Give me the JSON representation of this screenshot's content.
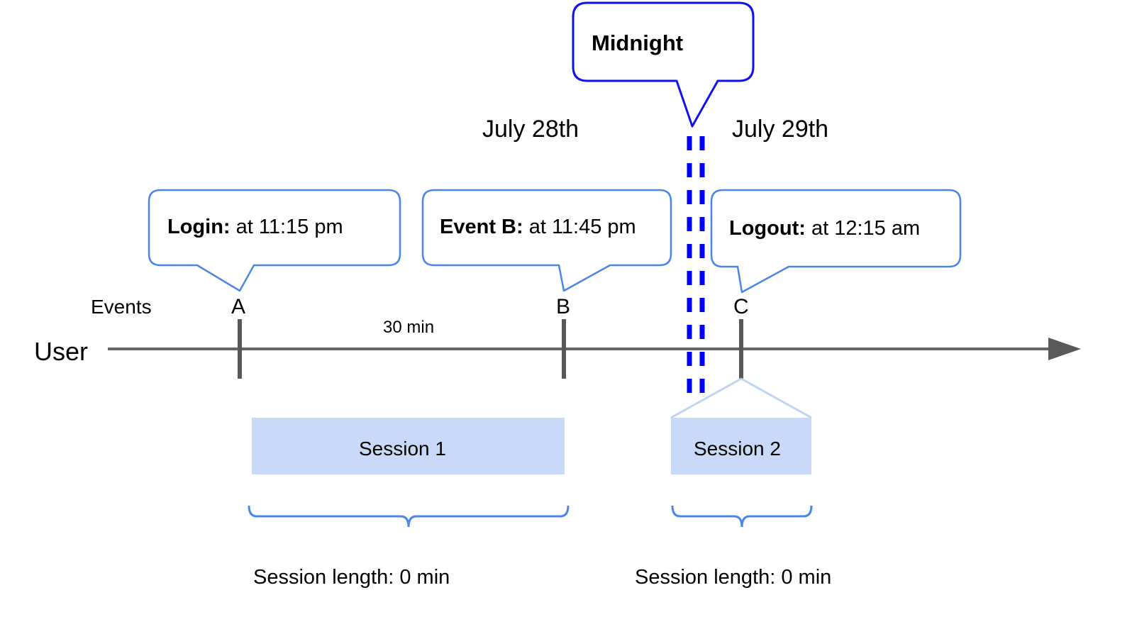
{
  "diagram": {
    "title_callout": {
      "label": "Midnight",
      "border_color": "#1111EE"
    },
    "dates": [
      {
        "label": "July 28th"
      },
      {
        "label": "July 29th"
      }
    ],
    "axis": {
      "user_label": "User",
      "events_label": "Events",
      "line_color": "#666666",
      "tick_color": "#595959"
    },
    "event_callouts": [
      {
        "bold": "Login:",
        "rest": " at 11:15 pm",
        "marker": "A",
        "border_color": "#4A86E8"
      },
      {
        "bold": "Event B:",
        "rest": " at 11:45 pm",
        "marker": "B",
        "border_color": "#4A86E8"
      },
      {
        "bold": "Logout:",
        "rest": " at 12:15 am",
        "marker": "C",
        "border_color": "#4A86E8"
      }
    ],
    "interval_label": "30 min",
    "midnight_divider": {
      "color": "#0000FF",
      "dash_count": 2
    },
    "sessions": [
      {
        "label": "Session 1",
        "fill": "#C9DAF8",
        "length_label": "Session length: 0 min"
      },
      {
        "label": "Session 2",
        "fill": "#C9DAF8",
        "length_label": "Session length: 0 min"
      }
    ],
    "brace_color": "#4A86E8",
    "connector_color": "#BFD3F2"
  }
}
